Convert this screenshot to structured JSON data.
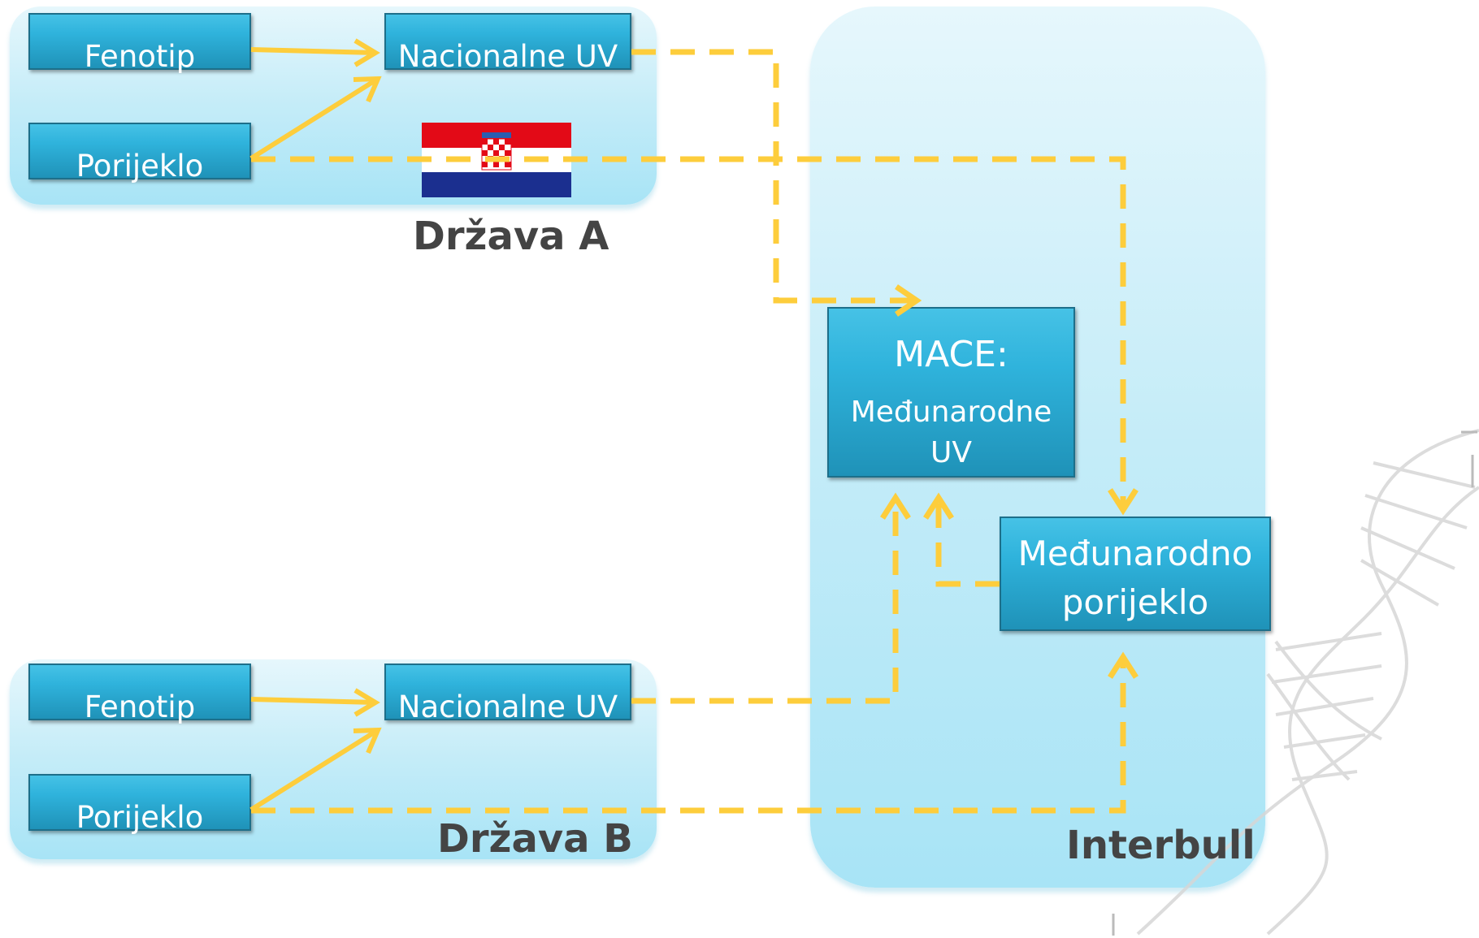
{
  "country_a": {
    "label": "Država A",
    "fenotip": "Fenotip",
    "porijeklo": "Porijeklo",
    "nacionalne_uv": "Nacionalne UV"
  },
  "country_b": {
    "label": "Država B",
    "fenotip": "Fenotip",
    "porijeklo": "Porijeklo",
    "nacionalne_uv": "Nacionalne UV"
  },
  "interbull": {
    "label": "Interbull",
    "mace_title": "MACE:",
    "mace_line1": "Međunarodne",
    "mace_line2": "UV",
    "porijeklo_line1": "Međunarodno",
    "porijeklo_line2": "porijeklo"
  },
  "colors": {
    "arrow": "#fdcd3c",
    "box": "#2fb3dc",
    "panel": "#c4ecf8",
    "label": "#444444"
  },
  "icons": [
    "croatia-flag-icon",
    "dna-helix-icon"
  ]
}
